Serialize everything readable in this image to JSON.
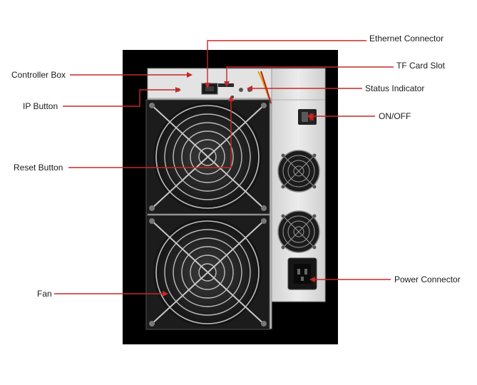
{
  "labels": {
    "controller_box": "Controller Box",
    "ip_button": "IP Button",
    "reset_button": "Reset Button",
    "fan": "Fan",
    "ethernet_connector": "Ethernet Connector",
    "tf_card_slot": "TF Card Slot",
    "status_indicator": "Status Indicator",
    "on_off": "ON/OFF",
    "power_connector": "Power Connector"
  },
  "colors": {
    "leader_line": "#c62828",
    "backdrop": "#000000",
    "chassis": "#d6d6d6",
    "psu": "#e0e0e0",
    "fan_frame": "#2b2b2b",
    "fan_grille": "#bdbdbd"
  }
}
